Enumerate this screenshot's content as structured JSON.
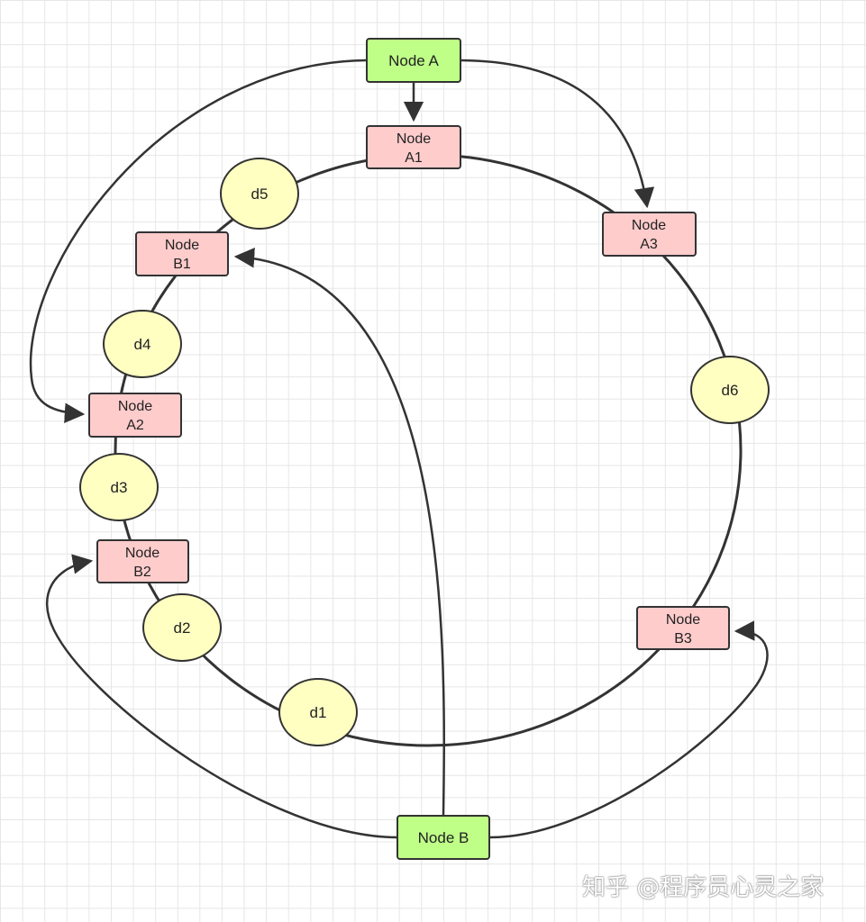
{
  "diagram": {
    "primary_nodes": [
      {
        "id": "A",
        "label": "Node A",
        "fill": "#bfff88"
      },
      {
        "id": "B",
        "label": "Node B",
        "fill": "#bfff88"
      }
    ],
    "virtual_nodes": [
      {
        "id": "A1",
        "label_line1": "Node",
        "label_line2": "A1",
        "fill": "#ffcccc"
      },
      {
        "id": "A2",
        "label_line1": "Node",
        "label_line2": "A2",
        "fill": "#ffcccc"
      },
      {
        "id": "A3",
        "label_line1": "Node",
        "label_line2": "A3",
        "fill": "#ffcccc"
      },
      {
        "id": "B1",
        "label_line1": "Node",
        "label_line2": "B1",
        "fill": "#ffcccc"
      },
      {
        "id": "B2",
        "label_line1": "Node",
        "label_line2": "B2",
        "fill": "#ffcccc"
      },
      {
        "id": "B3",
        "label_line1": "Node",
        "label_line2": "B3",
        "fill": "#ffcccc"
      }
    ],
    "data_items": [
      {
        "id": "d1",
        "label": "d1",
        "fill": "#ffffc2"
      },
      {
        "id": "d2",
        "label": "d2",
        "fill": "#ffffc2"
      },
      {
        "id": "d3",
        "label": "d3",
        "fill": "#ffffc2"
      },
      {
        "id": "d4",
        "label": "d4",
        "fill": "#ffffc2"
      },
      {
        "id": "d5",
        "label": "d5",
        "fill": "#ffffc2"
      },
      {
        "id": "d6",
        "label": "d6",
        "fill": "#ffffc2"
      }
    ],
    "edges": [
      {
        "from": "A",
        "to": "A1"
      },
      {
        "from": "A",
        "to": "A2"
      },
      {
        "from": "A",
        "to": "A3"
      },
      {
        "from": "B",
        "to": "B1"
      },
      {
        "from": "B",
        "to": "B2"
      },
      {
        "from": "B",
        "to": "B3"
      }
    ]
  },
  "watermark": "知乎 @程序员心灵之家"
}
